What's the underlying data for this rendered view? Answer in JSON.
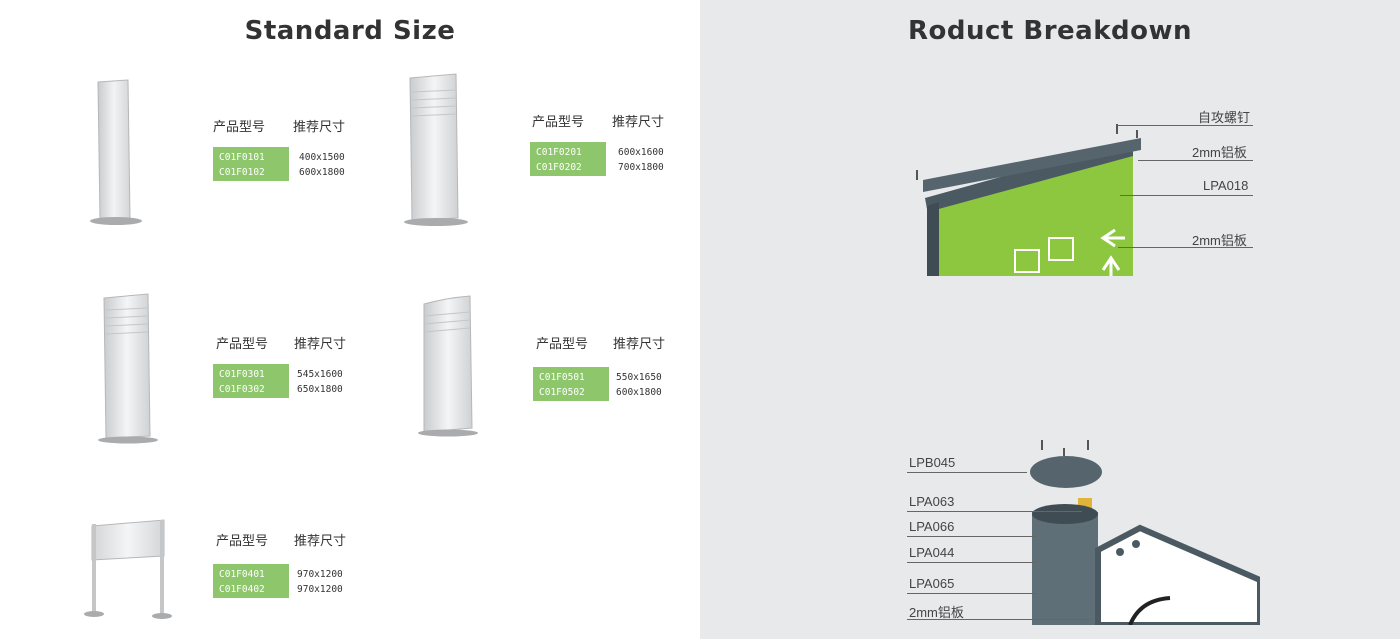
{
  "left": {
    "title": "Standard Size",
    "products": [
      {
        "head_model": "产品型号",
        "head_size": "推荐尺寸",
        "codes": [
          "C01F0101",
          "C01F0102"
        ],
        "sizes": [
          "400x1500",
          "600x1800"
        ]
      },
      {
        "head_model": "产品型号",
        "head_size": "推荐尺寸",
        "codes": [
          "C01F0201",
          "C01F0202"
        ],
        "sizes": [
          "600x1600",
          "700x1800"
        ]
      },
      {
        "head_model": "产品型号",
        "head_size": "推荐尺寸",
        "codes": [
          "C01F0301",
          "C01F0302"
        ],
        "sizes": [
          "545x1600",
          "650x1800"
        ]
      },
      {
        "head_model": "产品型号",
        "head_size": "推荐尺寸",
        "codes": [
          "C01F0501",
          "C01F0502"
        ],
        "sizes": [
          "550x1650",
          "600x1800"
        ]
      },
      {
        "head_model": "产品型号",
        "head_size": "推荐尺寸",
        "codes": [
          "C01F0401",
          "C01F0402"
        ],
        "sizes": [
          "970x1200",
          "970x1200"
        ]
      }
    ]
  },
  "right": {
    "title": "Roduct Breakdown",
    "top_labels": [
      "自攻螺钉",
      "2mm铝板",
      "LPA018",
      "2mm铝板"
    ],
    "bottom_labels": [
      "LPB045",
      "LPA063",
      "LPA066",
      "LPA044",
      "LPA065",
      "2mm铝板"
    ]
  },
  "colors": {
    "code_bg": "#8dc66b",
    "panel_green": "#8dc63f",
    "frame": "#4b5a62",
    "right_bg": "#e8e9eb"
  }
}
